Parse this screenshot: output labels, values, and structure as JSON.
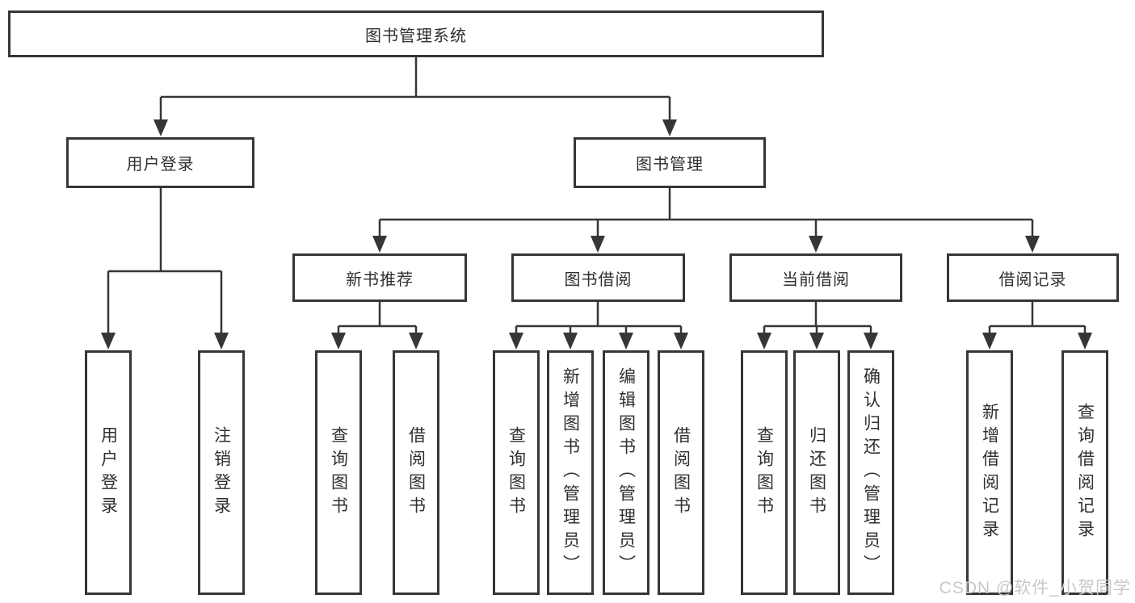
{
  "nodes": {
    "root": "图书管理系统",
    "user_login": "用户登录",
    "book_management": "图书管理",
    "new_book_recommend": "新书推荐",
    "book_borrow": "图书借阅",
    "current_borrow": "当前借阅",
    "borrow_record": "借阅记录",
    "leaves": [
      "用户登录",
      "注销登录",
      "查询图书",
      "借阅图书",
      "查询图书",
      "新增图书（管理员）",
      "编辑图书（管理员）",
      "借阅图书",
      "查询图书",
      "归还图书",
      "确认归还（管理员）",
      "新增借阅记录",
      "查询借阅记录"
    ]
  },
  "watermark": "CSDN @软件_小贺同学",
  "colors": {
    "line": "#363636",
    "text": "#2f2f2f",
    "background": "#ffffff",
    "watermark": "#c9c9c9"
  }
}
